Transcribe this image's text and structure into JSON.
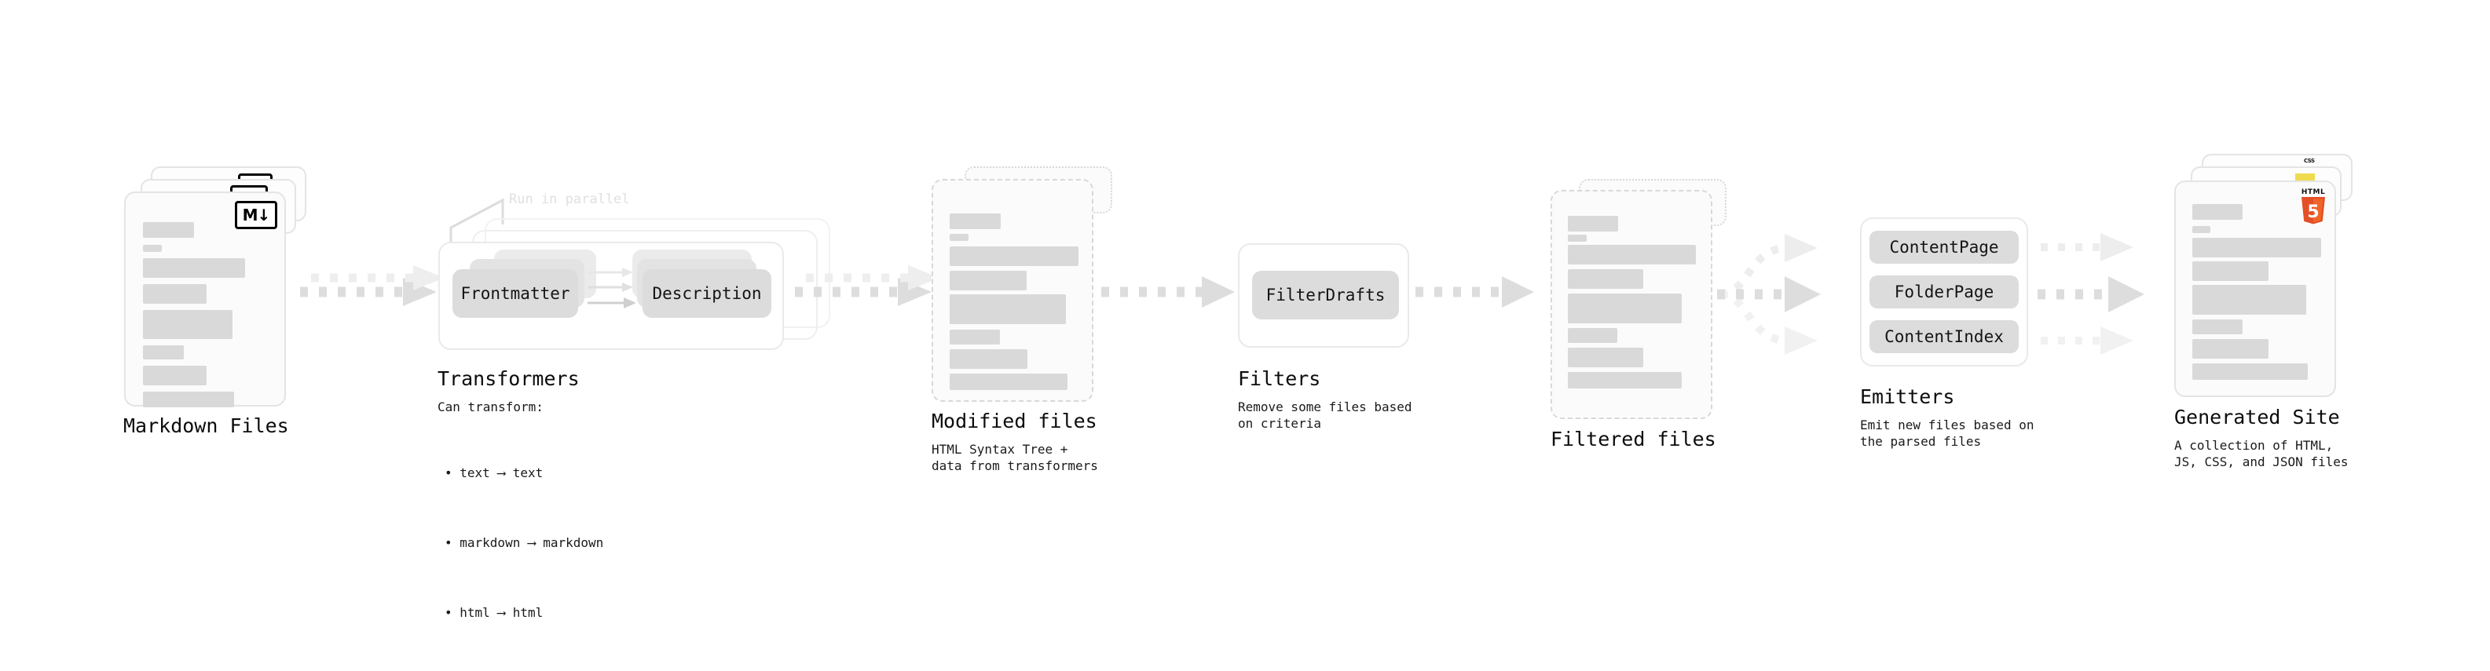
{
  "diagram": {
    "title_font_size": 25,
    "stages": [
      {
        "id": "markdown-files",
        "title": "Markdown Files",
        "subtitle": "",
        "badge": "M↓",
        "badge_name": "markdown-badge-icon",
        "kind": "document-stack",
        "stack_count": 3
      },
      {
        "id": "transformers",
        "title": "Transformers",
        "subtitle": "Can transform:",
        "annotation": "Run in parallel",
        "kind": "group-panel",
        "chips": [
          "Frontmatter",
          "Description"
        ],
        "bullets": [
          "• text ⟶ text",
          "• markdown ⟶ markdown",
          "• html ⟶ html"
        ]
      },
      {
        "id": "modified-files",
        "title": "Modified files",
        "subtitle": "HTML Syntax Tree +\ndata from transformers",
        "kind": "document-stack-dashed",
        "stack_count": 2
      },
      {
        "id": "filters",
        "title": "Filters",
        "subtitle": "Remove some files based\non criteria",
        "kind": "group-panel",
        "chips": [
          "FilterDrafts"
        ]
      },
      {
        "id": "filtered-files",
        "title": "Filtered files",
        "subtitle": "",
        "kind": "document-stack-dashed",
        "stack_count": 2
      },
      {
        "id": "emitters",
        "title": "Emitters",
        "subtitle": "Emit new files based on\nthe parsed files",
        "kind": "group-panel",
        "chips": [
          "ContentPage",
          "FolderPage",
          "ContentIndex"
        ]
      },
      {
        "id": "generated-site",
        "title": "Generated Site",
        "subtitle": "A collection of HTML,\nJS, CSS, and JSON files",
        "kind": "document-stack",
        "stack_count": 3,
        "badges": [
          "html5-icon",
          "js-icon",
          "css-icon"
        ],
        "badge_labels": {
          "html5": "HTML",
          "html5_digit": "5",
          "css": "CSS"
        }
      }
    ],
    "connectors": [
      {
        "from": "markdown-files",
        "to": "transformers",
        "style": "dotted-double-arrow"
      },
      {
        "from": "transformers",
        "to": "modified-files",
        "style": "dotted-double-arrow"
      },
      {
        "from": "modified-files",
        "to": "filters",
        "style": "dotted-arrow"
      },
      {
        "from": "filters",
        "to": "filtered-files",
        "style": "dotted-arrow"
      },
      {
        "from": "filtered-files",
        "to": "emitters",
        "style": "dotted-fan-3"
      },
      {
        "from": "emitters",
        "to": "generated-site",
        "style": "dotted-parallel-3"
      }
    ],
    "colors": {
      "background": "#ffffff",
      "skeleton": "#d9d9d9",
      "card_border": "#e4e4e4",
      "card_fill": "#fbfbfb",
      "chip_fill": "#dcdcdc",
      "arrow": "#d9d9d9",
      "text": "#111111",
      "muted_annotation": "#e0e0e0",
      "html5_orange": "#e34f26",
      "js_yellow": "#f0db4f",
      "css_blue": "#264de4"
    }
  }
}
